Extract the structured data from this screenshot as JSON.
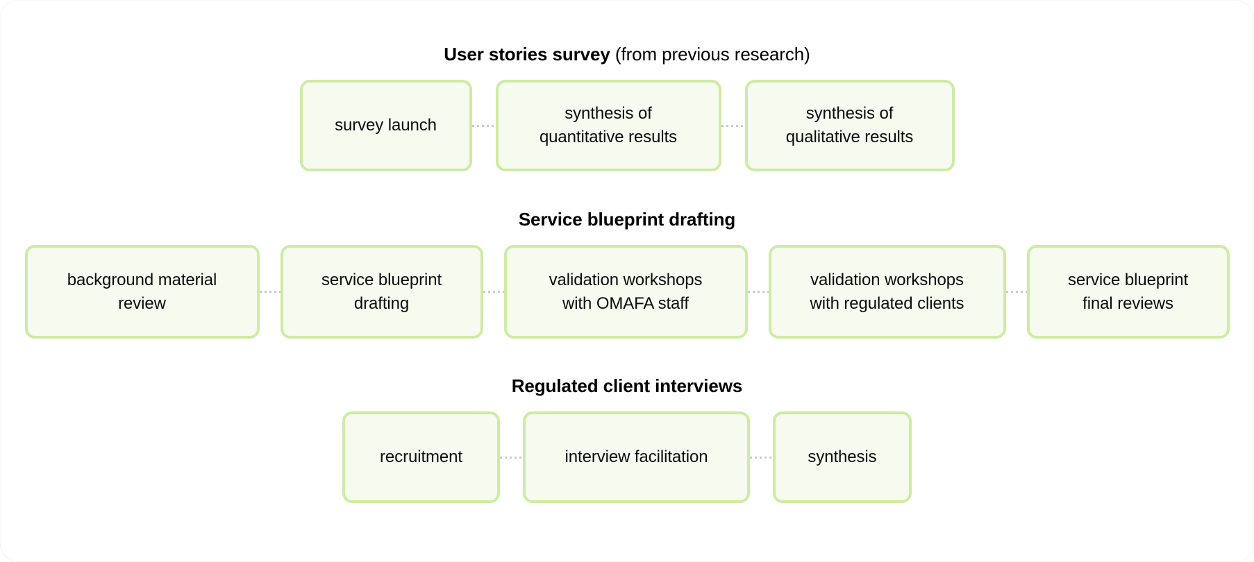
{
  "canvas": {
    "background": "#ffffff",
    "node_fill": "#f6faef",
    "node_border": "#cfeaa5",
    "connector_color": "#c9c9c9",
    "text_color": "#0b0b0b"
  },
  "groups": [
    {
      "id": "user-stories",
      "title_strong": "User stories survey",
      "title_rest": " (from previous research)",
      "nodes": [
        {
          "label": "survey launch"
        },
        {
          "label": "synthesis of\nquantitative results"
        },
        {
          "label": "synthesis of\nqualitative results"
        }
      ]
    },
    {
      "id": "blueprint",
      "title_strong": "Service blueprint drafting",
      "title_rest": "",
      "nodes": [
        {
          "label": "background material\nreview"
        },
        {
          "label": "service blueprint\ndrafting"
        },
        {
          "label": "validation workshops\nwith OMAFA staff"
        },
        {
          "label": "validation workshops\nwith regulated clients"
        },
        {
          "label": "service blueprint\nfinal reviews"
        }
      ]
    },
    {
      "id": "interviews",
      "title_strong": "Regulated client interviews",
      "title_rest": "",
      "nodes": [
        {
          "label": "recruitment"
        },
        {
          "label": "interview facilitation"
        },
        {
          "label": "synthesis"
        }
      ]
    }
  ]
}
